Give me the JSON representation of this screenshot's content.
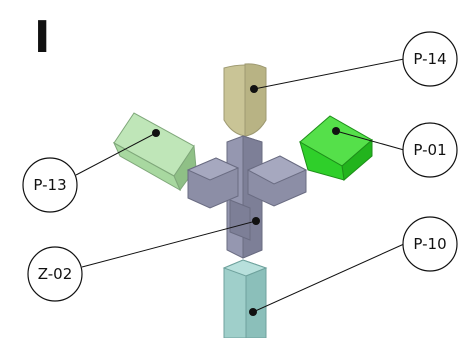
{
  "step": "I",
  "parts": [
    {
      "id": "P-14",
      "color": "#c9c496"
    },
    {
      "id": "P-01",
      "color": "#2fcf2a"
    },
    {
      "id": "P-13",
      "color": "#a8d8a0"
    },
    {
      "id": "Z-02",
      "color": "#8c8ea6"
    },
    {
      "id": "P-10",
      "color": "#9fcfca"
    }
  ],
  "callouts": {
    "p14": "P-14",
    "p01": "P-01",
    "p13": "P-13",
    "z02": "Z-02",
    "p10": "P-10"
  }
}
